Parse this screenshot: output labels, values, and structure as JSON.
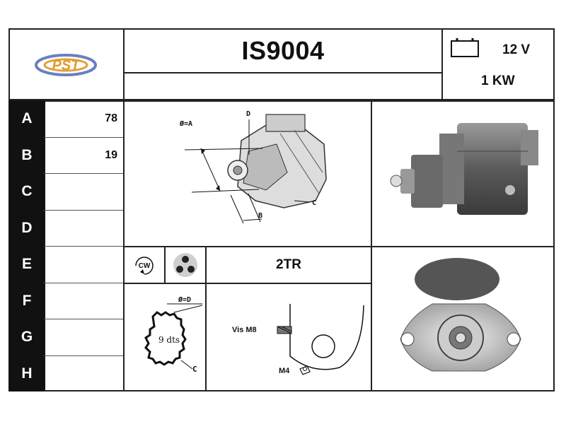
{
  "header": {
    "logo_text": "PST",
    "part_number": "IS9004",
    "voltage": "12 V",
    "power": "1 KW"
  },
  "rows": [
    {
      "label": "A",
      "value": "78"
    },
    {
      "label": "B",
      "value": "19"
    },
    {
      "label": "C",
      "value": ""
    },
    {
      "label": "D",
      "value": ""
    },
    {
      "label": "E",
      "value": ""
    },
    {
      "label": "F",
      "value": ""
    },
    {
      "label": "G",
      "value": ""
    },
    {
      "label": "H",
      "value": ""
    }
  ],
  "diagram": {
    "dim_a": "Ø=A",
    "dim_b": "B",
    "dim_c": "C",
    "dim_d": "D"
  },
  "rotation": "CW",
  "engine_code": "2TR",
  "pinion": {
    "diameter_label": "Ø=D",
    "teeth": "9 dts",
    "c_label": "C"
  },
  "mounting": {
    "screw": "Vis M8",
    "m4": "M4"
  }
}
